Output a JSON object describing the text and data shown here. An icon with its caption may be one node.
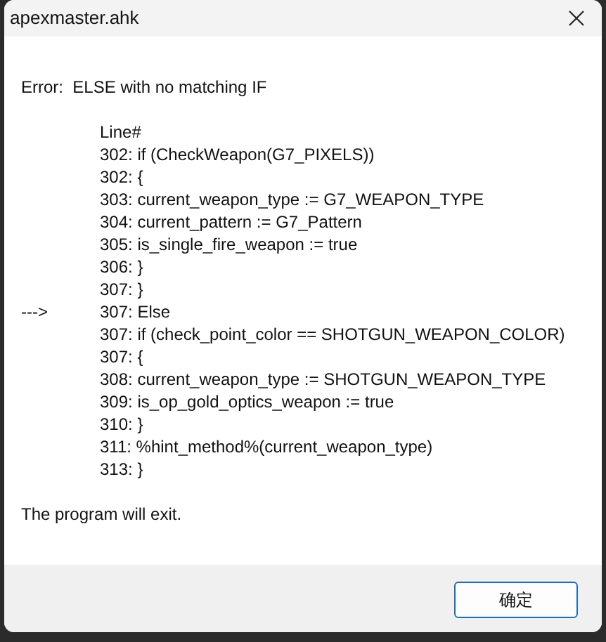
{
  "diagram": {
    "title": "apexmaster.ahk",
    "labels": [
      "Error:  ELSE with no matching IF",
      "Line#",
      "302: if (CheckWeapon(G7_PIXELS))",
      "302: {",
      "303: current_weapon_type := G7_WEAPON_TYPE",
      "304: current_pattern := G7_Pattern",
      "305: is_single_fire_weapon := true",
      "306: }",
      "307: }",
      "--->",
      "307: Else",
      "307: if (check_point_color == SHOTGUN_WEAPON_COLOR)",
      "307: {",
      "308: current_weapon_type := SHOTGUN_WEAPON_TYPE",
      "309: is_op_gold_optics_weapon := true",
      "310: }",
      "311: %hint_method%(current_weapon_type)",
      "313: }",
      "The program will exit.",
      "确定"
    ]
  }
}
